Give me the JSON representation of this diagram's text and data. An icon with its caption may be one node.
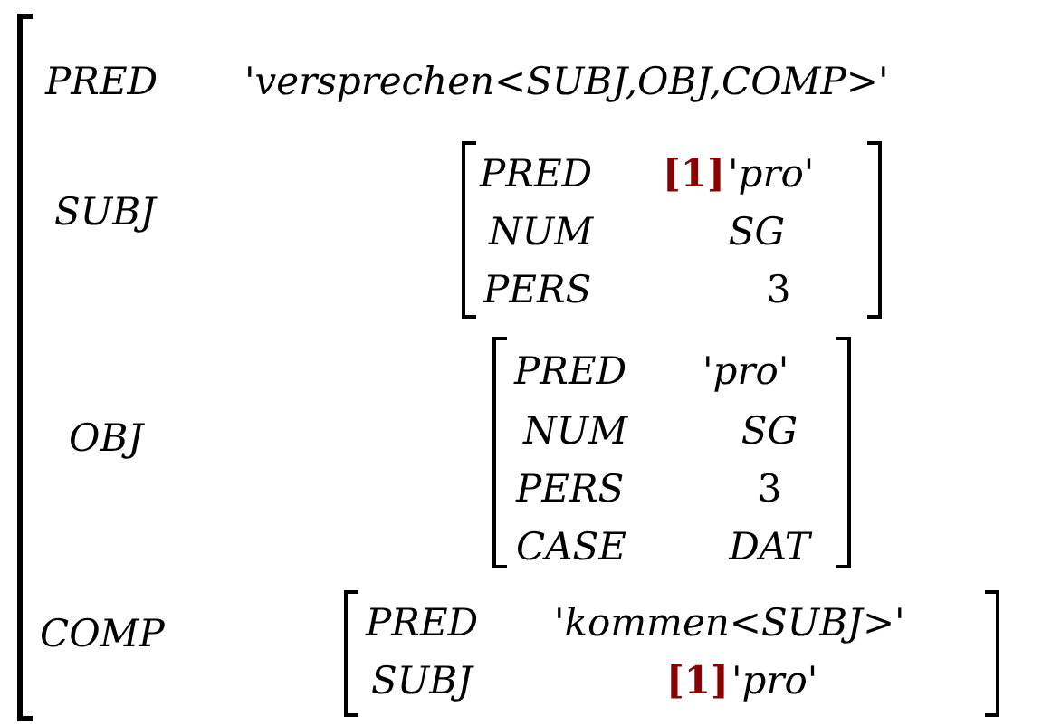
{
  "diagram": {
    "nodes": [
      {
        "text": [
          "PRED",
          "'versprechen<SUBJ,OBJ,COMP>'",
          "SUBJ",
          "OBJ",
          "COMP"
        ]
      },
      {
        "text": [
          "PRED",
          "[1]",
          "'pro'",
          "NUM",
          "SG",
          "PERS",
          "3"
        ],
        "in": 0
      },
      {
        "text": [
          "PRED",
          "'pro'",
          "NUM",
          "SG",
          "PERS",
          "3",
          "CASE",
          "DAT"
        ],
        "in": 0
      },
      {
        "text": [
          "PRED",
          "'kommen<SUBJ>'",
          "SUBJ",
          "[1]",
          "'pro'"
        ],
        "in": 0
      }
    ]
  }
}
